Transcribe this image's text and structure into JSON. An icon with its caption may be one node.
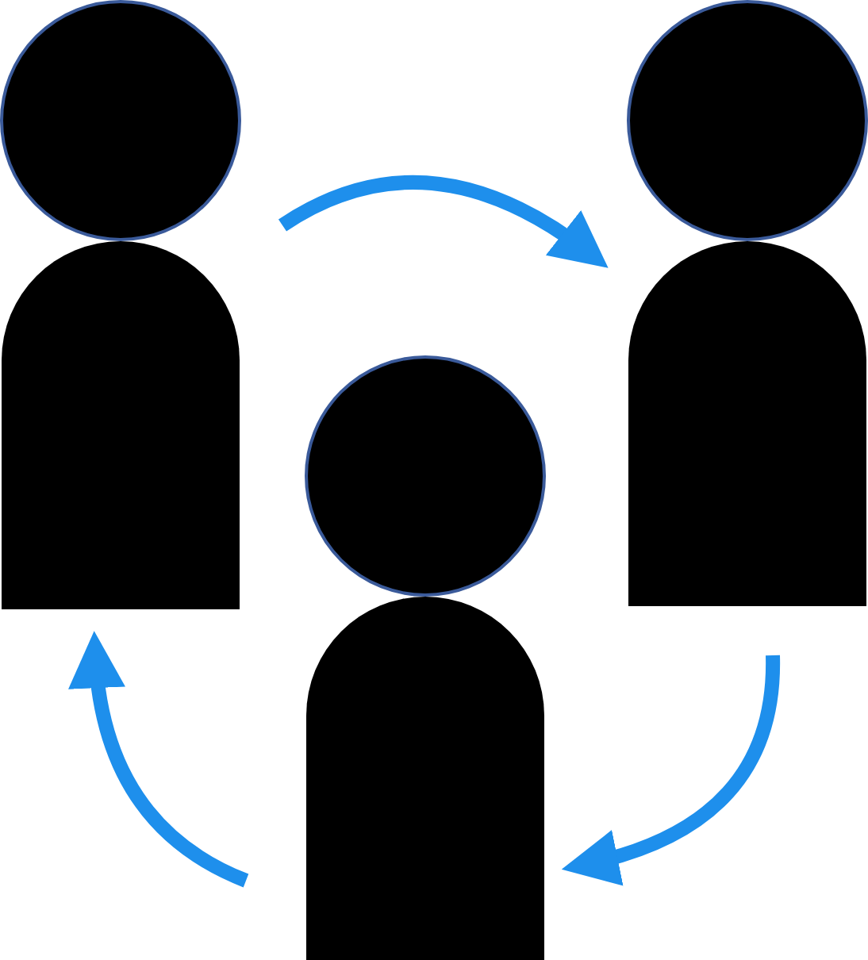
{
  "diagram": {
    "nodes": [
      {
        "text": [],
        "shape": "person"
      },
      {
        "text": [],
        "shape": "person"
      },
      {
        "text": [],
        "shape": "person"
      }
    ],
    "edges": [
      {
        "from": 0,
        "to": 1,
        "arrow": "to"
      },
      {
        "from": 1,
        "to": 2,
        "arrow": "to"
      },
      {
        "from": 2,
        "to": 0,
        "arrow": "to"
      }
    ]
  }
}
